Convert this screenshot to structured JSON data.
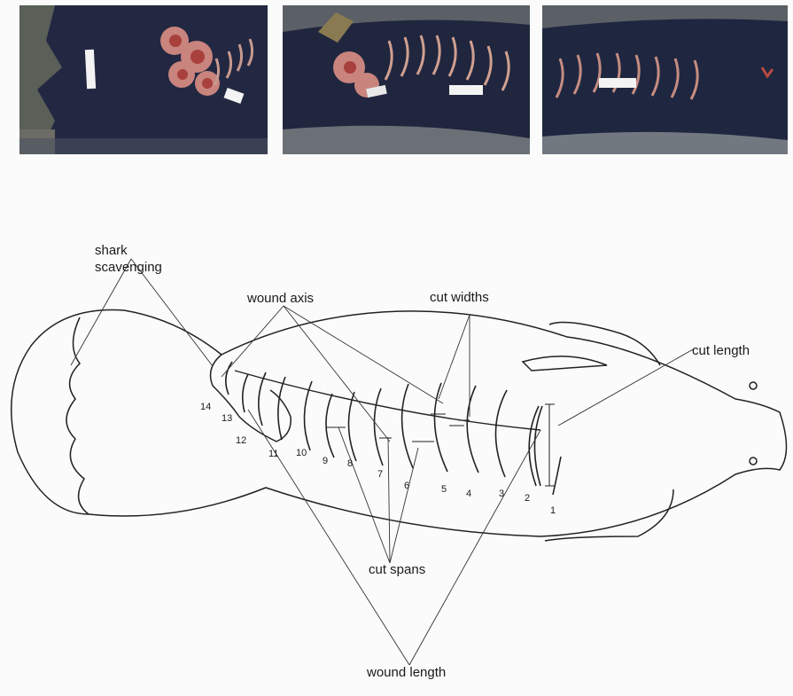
{
  "labels": {
    "shark_scavenging_line1": "shark",
    "shark_scavenging_line2": "scavenging",
    "wound_axis": "wound axis",
    "cut_widths": "cut widths",
    "cut_length": "cut length",
    "cut_spans": "cut spans",
    "wound_length": "wound length"
  },
  "cut_numbers": [
    "1",
    "2",
    "3",
    "4",
    "5",
    "6",
    "7",
    "8",
    "9",
    "10",
    "11",
    "12",
    "13",
    "14"
  ]
}
